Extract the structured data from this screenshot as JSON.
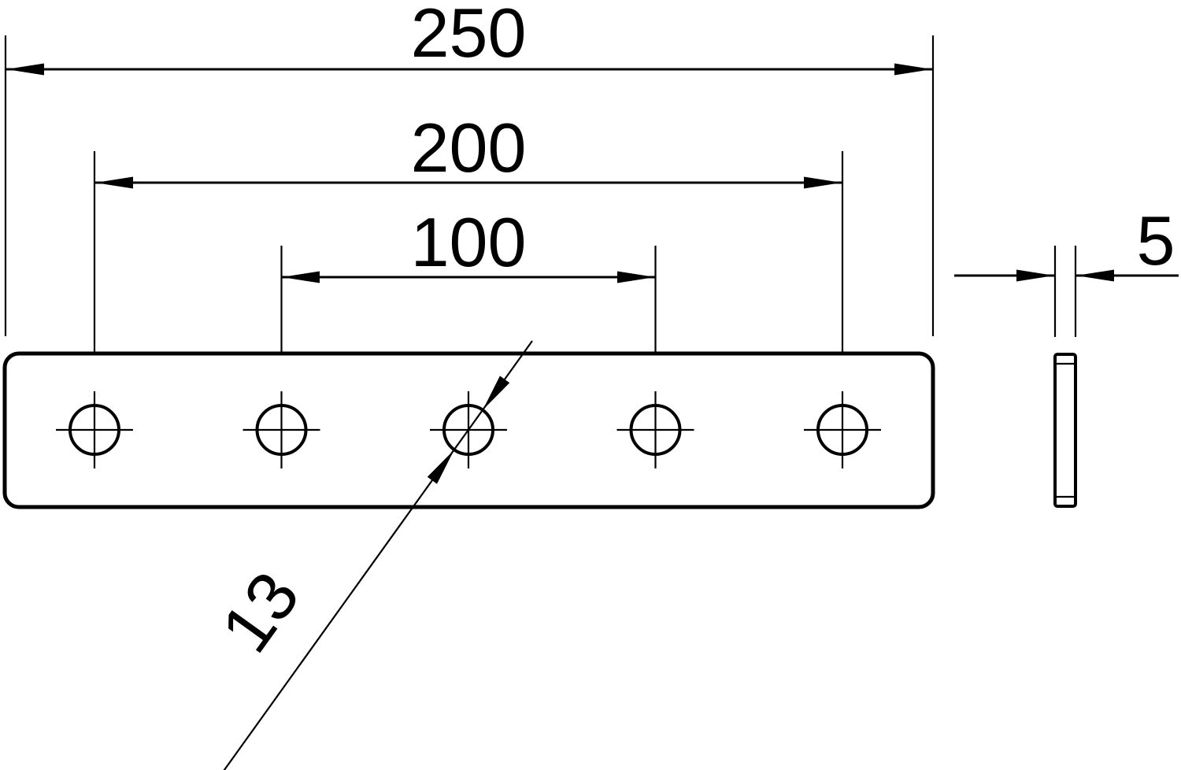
{
  "drawing": {
    "labels": {
      "overall_length": "250",
      "outer_hole_spacing": "200",
      "inner_hole_spacing": "100",
      "hole_diameter": "13",
      "thickness": "5"
    },
    "colors": {
      "ink": "#000000",
      "background": "#ffffff"
    }
  }
}
